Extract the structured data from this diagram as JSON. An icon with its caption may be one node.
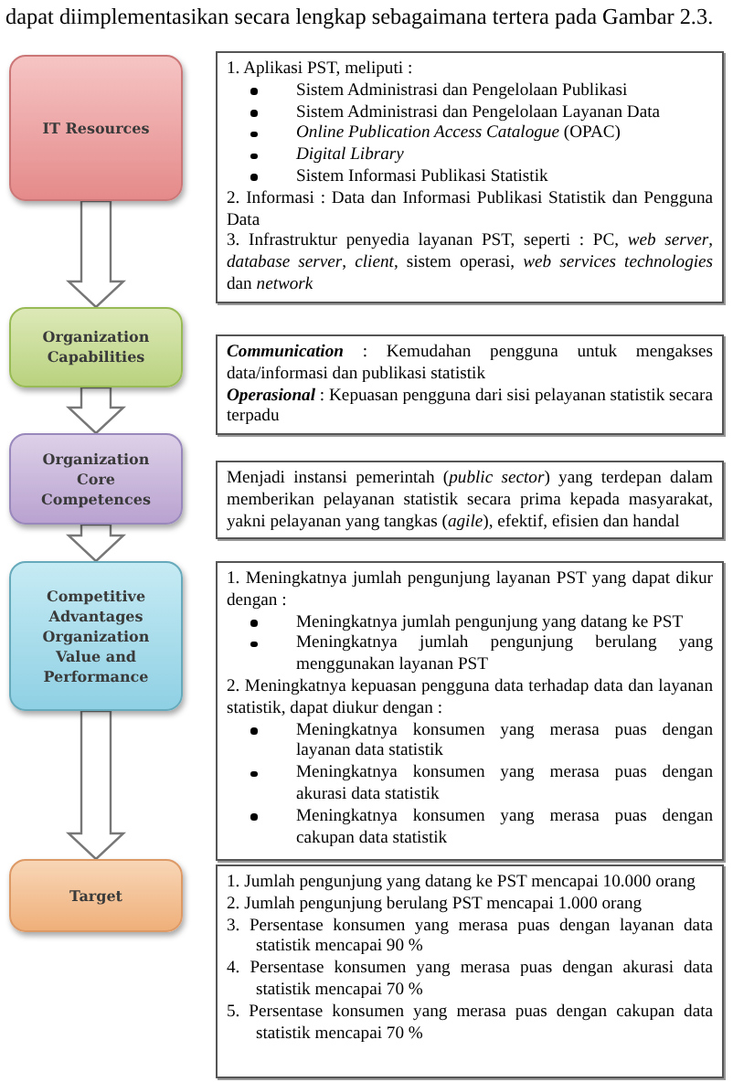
{
  "diagram": {
    "nodes": [
      {
        "text": [
          "IT Resources"
        ]
      },
      {
        "text": [
          "1. Aplikasi PST, meliputi :",
          "Sistem Administrasi dan Pengelolaan Publikasi",
          "Sistem Administrasi dan Pengelolaan Layanan Data",
          "*Online Publication Access Catalogue* (OPAC)",
          "*Digital Library*",
          "Sistem Informasi Publikasi Statistik",
          "2. Informasi : Data dan Informasi Publikasi Statistik dan Pengguna Data",
          "3. Infrastruktur penyedia layanan PST, seperti : PC, *web server*, *database server*, *client*, sistem operasi, *web services technologies* dan *network*"
        ]
      },
      {
        "text": [
          "Organization Capabilities"
        ]
      },
      {
        "text": [
          "**Communication** : Kemudahan pengguna untuk mengakses data/informasi dan publikasi statistik",
          "**Operasional** : Kepuasan pengguna dari sisi pelayanan statistik secara terpadu"
        ]
      },
      {
        "text": [
          "Organization Core Competences"
        ]
      },
      {
        "text": [
          "Menjadi instansi pemerintah (*public sector*) yang terdepan dalam memberikan pelayanan statistik secara prima kepada masyarakat, yakni pelayanan yang tangkas (*agile*), efektif, efisien dan handal"
        ]
      },
      {
        "text": [
          "Competitive Advantages Organization Value and Performance"
        ]
      },
      {
        "text": [
          "1. Meningkatnya jumlah pengunjung layanan PST yang dapat dikur dengan :",
          "Meningkatnya jumlah pengunjung yang datang ke PST",
          "Meningkatnya jumlah pengunjung berulang yang menggunakan layanan PST",
          "2. Meningkatnya kepuasan pengguna data terhadap data dan layanan statistik, dapat diukur dengan :",
          "Meningkatnya konsumen yang merasa puas dengan layanan data statistik",
          "Meningkatnya konsumen yang merasa puas dengan akurasi data statistik",
          "Meningkatnya konsumen yang merasa puas dengan cakupan data statistik"
        ]
      },
      {
        "text": [
          "Target"
        ]
      },
      {
        "text": [
          "1. Jumlah pengunjung yang datang ke PST mencapai 10.000 orang",
          "2. Jumlah pengunjung  berulang PST mencapai 1.000 orang",
          "3. Persentase konsumen yang merasa puas dengan layanan data statistik mencapai 90 %",
          "4. Persentase konsumen yang merasa puas dengan akurasi data statistik mencapai 70 %",
          "5. Persentase konsumen yang merasa puas dengan cakupan data statistik mencapai 70 %"
        ]
      }
    ],
    "edges": [
      {
        "from": 0,
        "to": 2,
        "arrow": "to"
      },
      {
        "from": 2,
        "to": 4,
        "arrow": "to"
      },
      {
        "from": 4,
        "to": 6,
        "arrow": "to"
      },
      {
        "from": 6,
        "to": 8,
        "arrow": "to"
      }
    ],
    "labels": [
      "dapat diimplementasikan secara lengkap sebagaimana tertera pada Gambar 2.3."
    ]
  }
}
